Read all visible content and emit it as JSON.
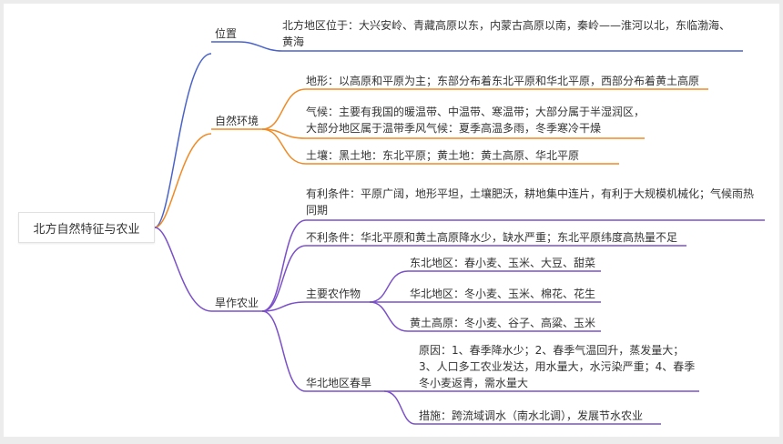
{
  "root": "北方自然特征与农业",
  "branches": {
    "location": {
      "label": "位置",
      "text": "北方地区位于：大兴安岭、青藏高原以东，内蒙古高原以南，秦岭——淮河以北，东临渤海、黄海"
    },
    "nature": {
      "label": "自然环境",
      "terrain": "地形：以高原和平原为主；东部分布着东北平原和华北平原，西部分布着黄土高原",
      "climate": "气候：主要有我国的暖温带、中温带、寒温带；大部分属于半湿润区，大部分地区属于温带季风气候：夏季高温多雨，冬季寒冷干燥",
      "soil": "土壤：黑土地：东北平原；黄土地：黄土高原、华北平原"
    },
    "agriculture": {
      "label": "旱作农业",
      "favorable": "有利条件：平原广阔，地形平坦，土壤肥沃，耕地集中连片，有利于大规模机械化；气候雨热同期",
      "unfavorable": "不利条件：华北平原和黄土高原降水少，缺水严重；东北平原纬度高热量不足",
      "crops": {
        "label": "主要农作物",
        "northeast": "东北地区：春小麦、玉米、大豆、甜菜",
        "north": "华北地区：冬小麦、玉米、棉花、花生",
        "loess": "黄土高原：冬小麦、谷子、高粱、玉米"
      },
      "drought": {
        "label": "华北地区春旱",
        "cause": "原因：1、春季降水少；2、春季气温回升，蒸发量大；3、人口多工农业发达，用水量大，水污染严重；4、春季冬小麦返青，需水量大",
        "measure": "措施：跨流域调水（南水北调），发展节水农业"
      }
    }
  },
  "colors": {
    "location": "#4a63c9",
    "nature": "#f08a24",
    "agriculture": "#7b50c8"
  }
}
